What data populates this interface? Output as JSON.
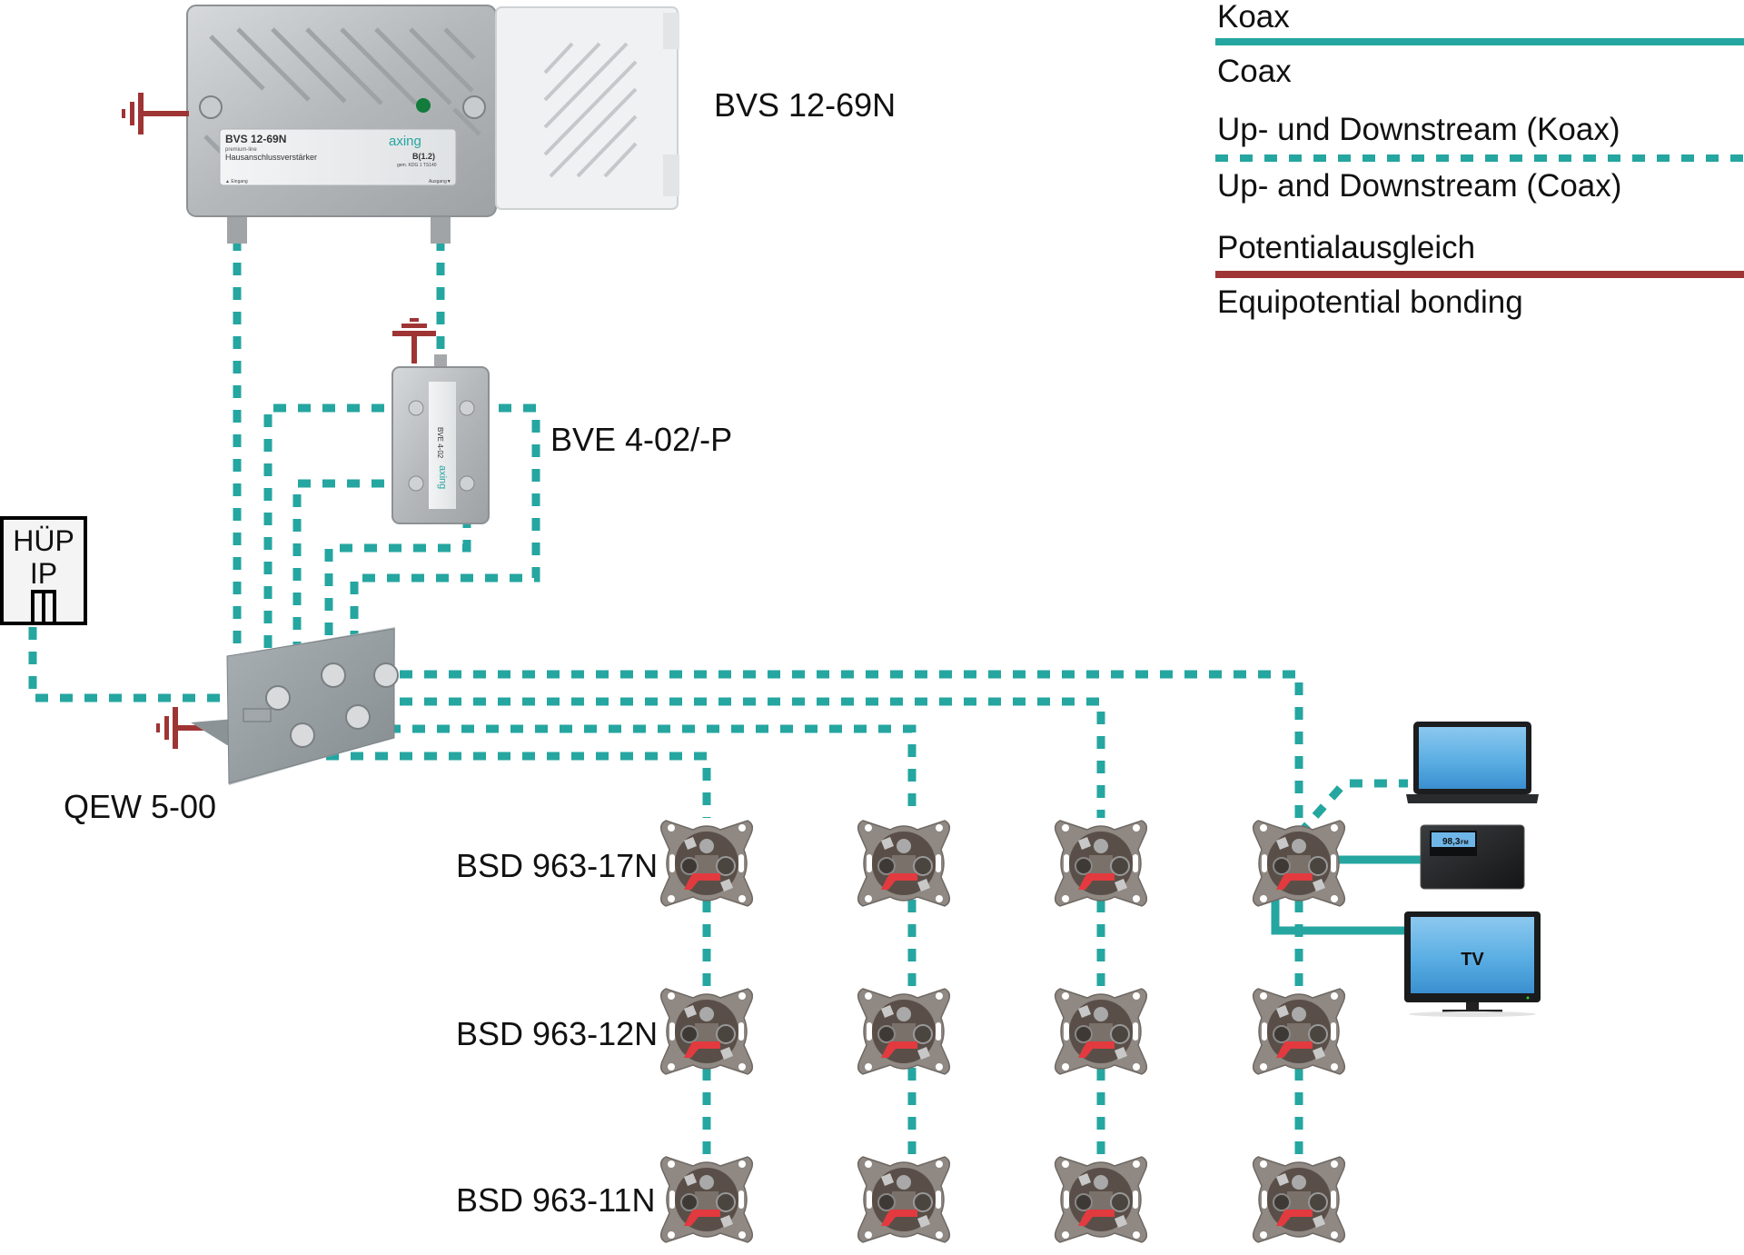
{
  "colors": {
    "coax": "#25a6a0",
    "equipotential": "#9e3534",
    "metal": "#b9bdc0",
    "socket_plate": "#8c8580",
    "socket_red": "#e23a3f",
    "screen_blue": "#4a9fd8"
  },
  "legend": {
    "items": [
      {
        "id": "coax",
        "line_style": "solid",
        "color": "#25a6a0",
        "label_de": "Koax",
        "label_en": "Coax"
      },
      {
        "id": "updown",
        "line_style": "dashed",
        "color": "#25a6a0",
        "label_de": "Up- und Downstream (Koax)",
        "label_en": "Up- and Downstream (Coax)"
      },
      {
        "id": "pe",
        "line_style": "solid",
        "color": "#9e3534",
        "label_de": "Potentialausgleich",
        "label_en": "Equipotential bonding"
      }
    ]
  },
  "devices": {
    "amplifier": {
      "label": "BVS 12-69N",
      "plate_model": "BVS 12-69N",
      "plate_line": "premium-line",
      "plate_title": "Hausanschlussverstärker",
      "plate_brand": "axing",
      "plate_class": "B(1.2)",
      "plate_std": "gem. KDG 1 TS140",
      "plate_in": "▲ Eingang",
      "plate_out": "Ausgang▼",
      "grounded": true
    },
    "splitter": {
      "label": "BVE 4-02/-P",
      "plate_model": "BVE 4-02",
      "plate_brand": "axing",
      "grounded": true
    },
    "hup": {
      "line1": "HÜP",
      "line2": "IP"
    },
    "equalizer": {
      "label": "QEW 5-00",
      "grounded": true
    },
    "socket_rows": [
      {
        "label": "BSD 963-17N"
      },
      {
        "label": "BSD 963-12N"
      },
      {
        "label": "BSD 963-11N"
      }
    ],
    "socket_columns": 4,
    "endpoints": {
      "laptop": {
        "name": "Laptop"
      },
      "radio": {
        "display": "98,3",
        "unit": "FM"
      },
      "tv": {
        "label": "TV"
      }
    }
  },
  "connections": [
    {
      "from": "amplifier.in",
      "to": "equalizer",
      "type": "updown"
    },
    {
      "from": "amplifier.out",
      "to": "splitter.in",
      "type": "updown"
    },
    {
      "from": "splitter.out1",
      "to": "equalizer",
      "type": "updown"
    },
    {
      "from": "splitter.out2",
      "to": "equalizer",
      "type": "updown"
    },
    {
      "from": "splitter.out3",
      "to": "equalizer",
      "type": "updown"
    },
    {
      "from": "splitter.out4",
      "to": "equalizer",
      "type": "updown"
    },
    {
      "from": "hup",
      "to": "equalizer",
      "type": "updown"
    },
    {
      "from": "equalizer",
      "to": "socket_column_1",
      "type": "updown"
    },
    {
      "from": "equalizer",
      "to": "socket_column_2",
      "type": "updown"
    },
    {
      "from": "equalizer",
      "to": "socket_column_3",
      "type": "updown"
    },
    {
      "from": "equalizer",
      "to": "socket_column_4",
      "type": "updown"
    },
    {
      "from": "socket_4_1.data",
      "to": "laptop",
      "type": "updown"
    },
    {
      "from": "socket_4_1.radio",
      "to": "radio",
      "type": "coax"
    },
    {
      "from": "socket_4_1.tv",
      "to": "tv",
      "type": "coax"
    }
  ]
}
